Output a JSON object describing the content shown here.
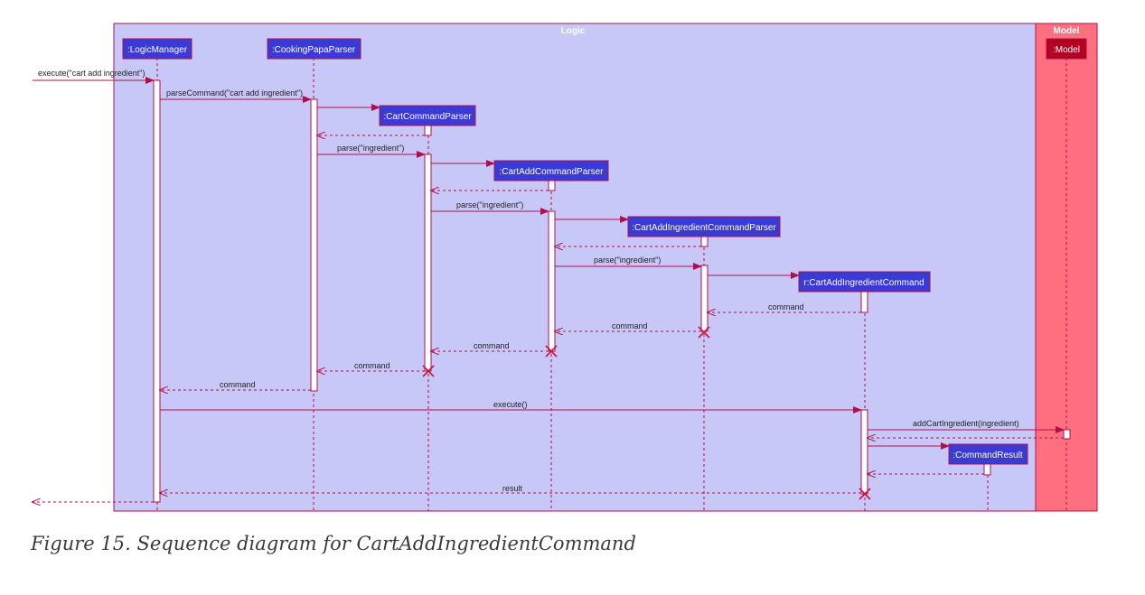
{
  "boxes": {
    "logic": "Logic",
    "model": "Model"
  },
  "participants": {
    "logic_manager": ":LogicManager",
    "cooking_papa_parser": ":CookingPapaParser",
    "cart_command_parser": ":CartCommandParser",
    "cart_add_command_parser": ":CartAddCommandParser",
    "cart_add_ingredient_command_parser": ":CartAddIngredientCommandParser",
    "cart_add_ingredient_command": "r:CartAddIngredientCommand",
    "command_result": ":CommandResult",
    "model": ":Model"
  },
  "messages": {
    "execute_input": "execute(\"cart add ingredient\")",
    "parse_command": "parseCommand(\"cart add ingredient\")",
    "parse_1": "parse(\"ingredient\")",
    "parse_2": "parse(\"ingredient\")",
    "parse_3": "parse(\"ingredient\")",
    "return_command_1": "command",
    "return_command_2": "command",
    "return_command_3": "command",
    "return_command_4": "command",
    "return_command_5": "command",
    "execute": "execute()",
    "add_cart_ingredient": "addCartIngredient(ingredient)",
    "result": "result"
  },
  "colors": {
    "logic_box": "#c8c8f8",
    "model_box": "#ff6f7f",
    "participant_fill": "#3a3ad6",
    "model_participant_fill": "#b30020",
    "line": "#b0104a"
  },
  "caption": "Figure 15. Sequence diagram for CartAddIngredientCommand"
}
